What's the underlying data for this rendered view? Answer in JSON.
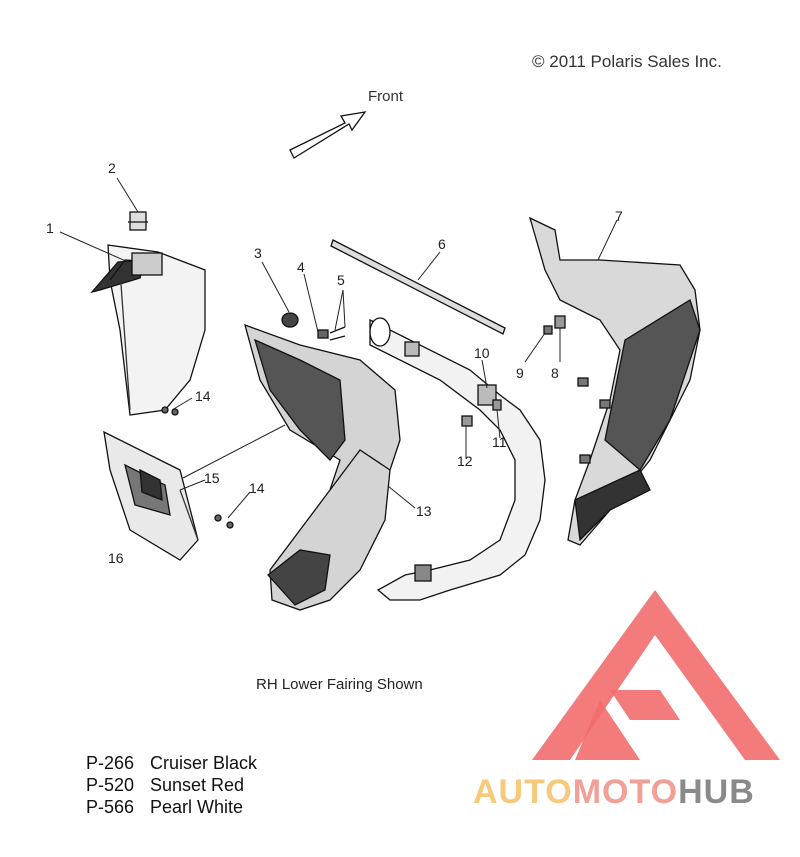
{
  "copyright": "© 2011 Polaris Sales Inc.",
  "front_label": "Front",
  "callouts": [
    {
      "id": "c1",
      "text": "1"
    },
    {
      "id": "c2",
      "text": "2"
    },
    {
      "id": "c3",
      "text": "3"
    },
    {
      "id": "c4",
      "text": "4"
    },
    {
      "id": "c5",
      "text": "5"
    },
    {
      "id": "c6",
      "text": "6"
    },
    {
      "id": "c7",
      "text": "7"
    },
    {
      "id": "c8",
      "text": "8"
    },
    {
      "id": "c9",
      "text": "9"
    },
    {
      "id": "c10",
      "text": "10"
    },
    {
      "id": "c11",
      "text": "11"
    },
    {
      "id": "c12",
      "text": "12"
    },
    {
      "id": "c13",
      "text": "13"
    },
    {
      "id": "c14a",
      "text": "14"
    },
    {
      "id": "c14b",
      "text": "14"
    },
    {
      "id": "c15",
      "text": "15"
    },
    {
      "id": "c16",
      "text": "16"
    }
  ],
  "caption": "RH Lower Fairing Shown",
  "color_codes": [
    {
      "code": "P-266",
      "name": "Cruiser Black"
    },
    {
      "code": "P-520",
      "name": "Sunset Red"
    },
    {
      "code": "P-566",
      "name": "Pearl White"
    }
  ],
  "watermark": {
    "part1": "AUTO",
    "part2": "MOTO",
    "part3": "HUB",
    "colors": {
      "auto": "#f7c97a",
      "moto": "#f2a096",
      "hub": "#8a8a8a",
      "triangle": "#f26d6d"
    }
  }
}
